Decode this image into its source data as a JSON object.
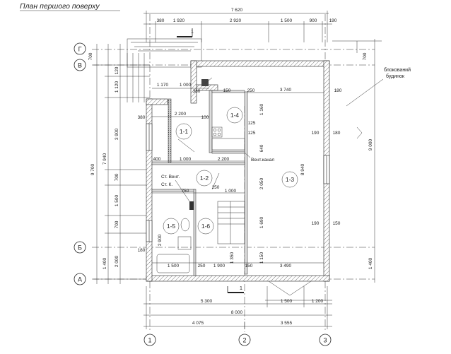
{
  "title": "План першого поверху",
  "neighbor_label": [
    "блокований",
    "будинок"
  ],
  "axes_rows": [
    "Г",
    "В",
    "Б",
    "А"
  ],
  "axes_cols": [
    "1",
    "2",
    "3"
  ],
  "rooms": [
    "1-1",
    "1-2",
    "1-3",
    "1-4",
    "1-5",
    "1-6"
  ],
  "section_mark": "1",
  "top_dims": {
    "total": "7 620",
    "segments": [
      "380",
      "1 920",
      "2 920",
      "1 500",
      "900",
      "190"
    ]
  },
  "bottom_dims": {
    "row1": [
      "5 300",
      "1 500",
      "1 200"
    ],
    "row2": "8 000",
    "row3": [
      "4 075",
      "3 555"
    ]
  },
  "left_dims": {
    "outer": "9 700",
    "total": "7 940",
    "top": "700",
    "segments": [
      "120",
      "1 120",
      "3 900",
      "700",
      "1 500",
      "700",
      "2 000",
      "1 400"
    ]
  },
  "right_dims": {
    "total": "9 000",
    "bottom": "1 400",
    "top": "700"
  },
  "interior_labels": {
    "d1170": "1 170",
    "d1000a": "1 000",
    "d380a": "380",
    "d380b": "380",
    "d2200a": "2 200",
    "d100": "100",
    "d1000b": "1 000",
    "d2200b": "2 200",
    "d400": "400",
    "d150": "150",
    "d250": "250",
    "d3740": "3 740",
    "d180r": "180",
    "d1160": "1 160",
    "d125a": "125",
    "d125b": "125",
    "d640": "640",
    "d190a": "190",
    "d190b": "190",
    "d180a": "180",
    "d150b": "150",
    "d8940": "8 940",
    "d2050": "2 050",
    "d1000c": "1 000",
    "d250b": "250",
    "d750": "750",
    "d1690": "1 690",
    "d1150": "1 150",
    "d3490": "3 490",
    "d1500b": "1 500",
    "d1900": "1 900",
    "d1350": "1 350",
    "d2900": "2 900",
    "d180b": "180",
    "d250c": "250",
    "d150c": "150",
    "vent": "Вент.канал",
    "sv1": "Ст. Вент.",
    "sv2": "Ст. К."
  }
}
